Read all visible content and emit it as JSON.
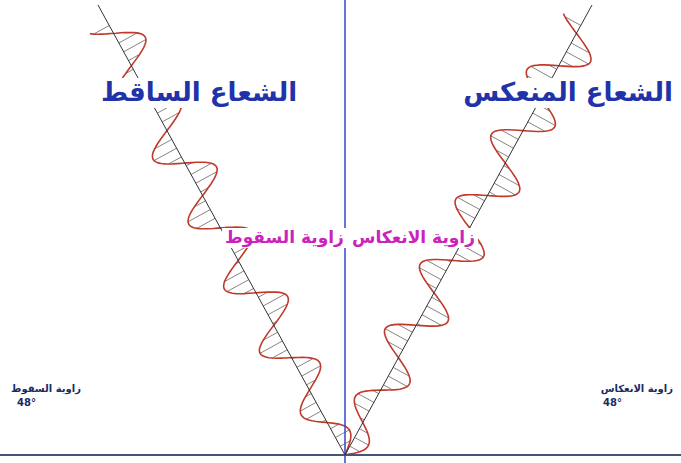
{
  "diagram": {
    "labels": [
      "الشعاع الساقط",
      "الشعاع المنعكس",
      "زاوية السقوط",
      "زاوية الانعكاس",
      "زاوية السقوط",
      "48°",
      "زاوية الانعكاس",
      "48°"
    ]
  }
}
